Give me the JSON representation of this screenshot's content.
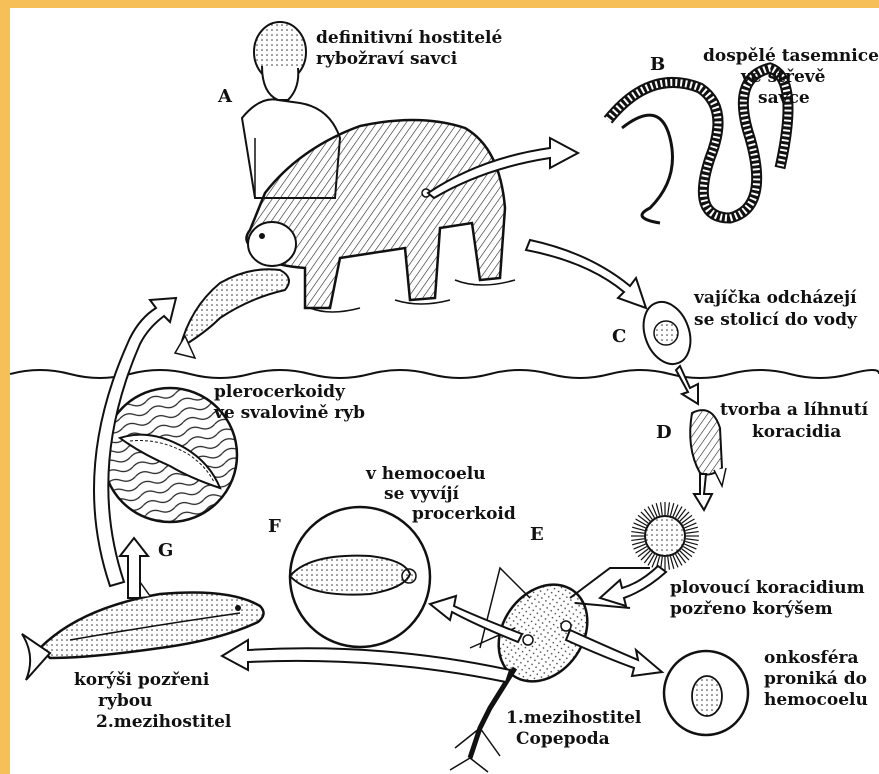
{
  "letters": {
    "a": "A",
    "b": "B",
    "c": "C",
    "d": "D",
    "e": "E",
    "f": "F",
    "g": "G"
  },
  "labels": {
    "host_line1": "definitivní hostitelé",
    "host_line2": "rybožraví savci",
    "adult_line1": "dospělé tasemnice",
    "adult_line2": "ve střevě",
    "adult_line3": "savce",
    "eggs_line1": "vajíčka odcházejí",
    "eggs_line2": "se stolicí do vody",
    "hatch_line1": "tvorba a líhnutí",
    "hatch_line2": "koracidia",
    "float_line1": "plovoucí koracidium",
    "float_line2": "pozřeno korýšem",
    "onco_line1": "onkosféra",
    "onco_line2": "proniká do",
    "onco_line3": "hemocoelu",
    "first_host_line1": "1.mezihostitel",
    "first_host_line2": "Copepoda",
    "hemo_line1": "v hemocoelu",
    "hemo_line2": "se vyvíjí",
    "hemo_line3": "procerkoid",
    "fish_line1": "korýši pozřeni",
    "fish_line2": "rybou",
    "fish_line3": "2.mezihostitel",
    "plero_line1": "plerocerkoidy",
    "plero_line2": "ve svalovině ryb"
  },
  "colors": {
    "frame": "#f7bf58",
    "ink": "#111111"
  }
}
